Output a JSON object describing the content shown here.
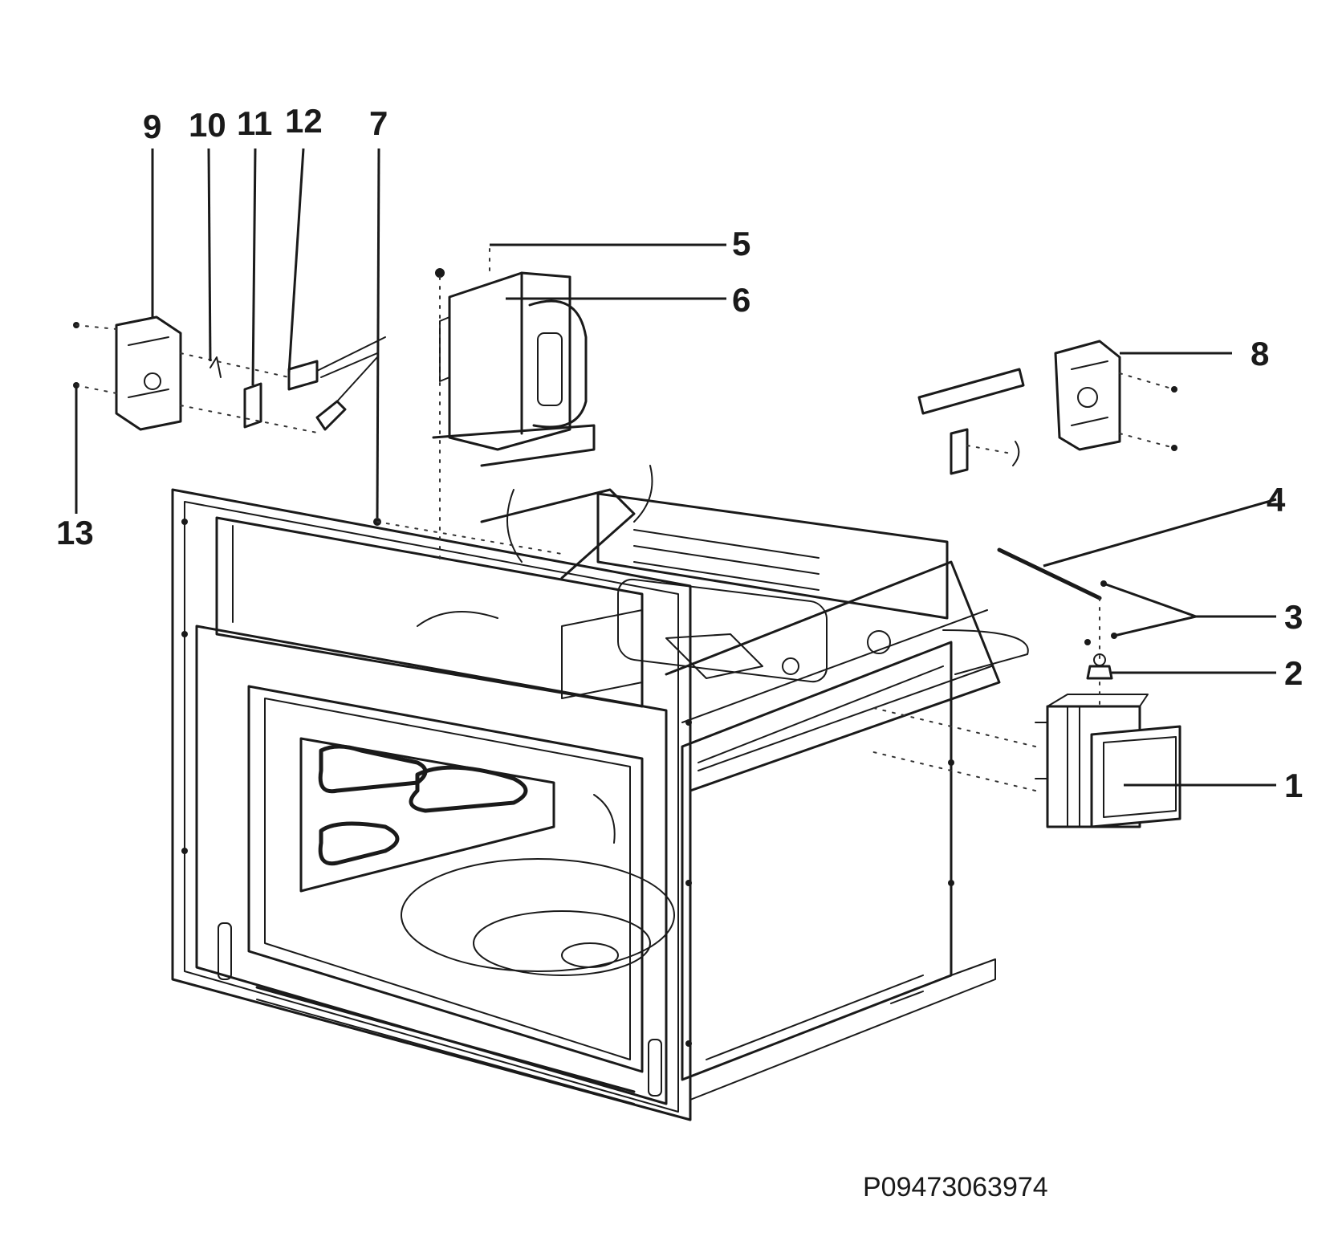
{
  "diagram": {
    "part_labels": [
      "1",
      "2",
      "3",
      "4",
      "5",
      "6",
      "7",
      "8",
      "9",
      "10",
      "11",
      "12",
      "13"
    ],
    "drawing_code": "P09473063974"
  }
}
